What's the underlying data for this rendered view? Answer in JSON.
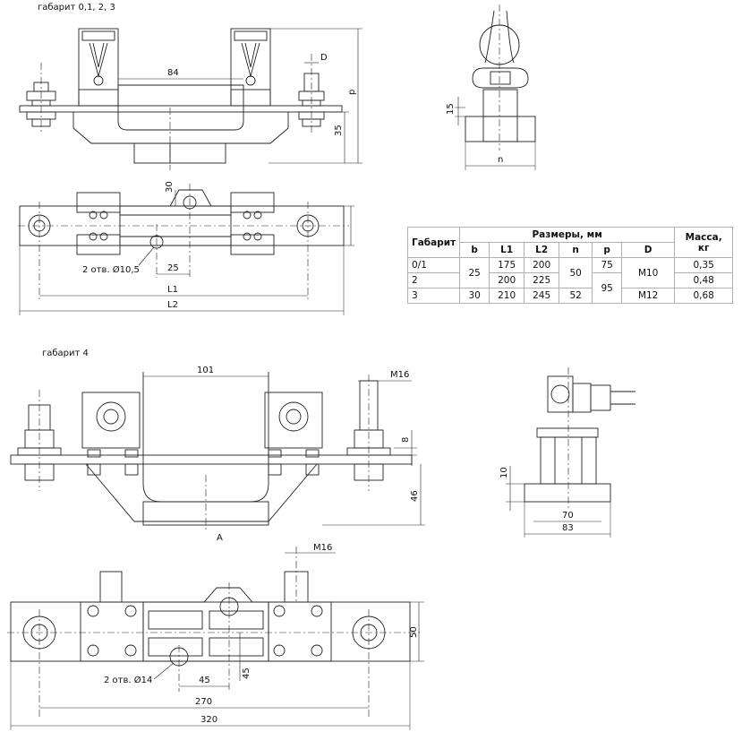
{
  "headings": {
    "top": "габарит 0,1, 2, 3",
    "bottom": "габарит 4"
  },
  "dims_top": {
    "d84": "84",
    "D": "D",
    "p": "p",
    "d35": "35",
    "d15": "15",
    "n": "n",
    "d30": "30",
    "holes": "2 отв. Ø10,5",
    "d25": "25",
    "L1": "L1",
    "L2": "L2"
  },
  "dims_bottom": {
    "d101": "101",
    "M16a": "M16",
    "d8": "8",
    "d46": "46",
    "A": "A",
    "d10": "10",
    "d70": "70",
    "d83": "83",
    "M16b": "M16",
    "d50": "50",
    "holes": "2 отв. Ø14",
    "d45h": "45",
    "d45v": "45",
    "d270": "270",
    "d320": "320"
  },
  "table": {
    "col_gabarit": "Габарит",
    "col_sizes": "Размеры, мм",
    "col_mass": "Масса, кг",
    "sub": [
      "b",
      "L1",
      "L2",
      "n",
      "p",
      "D"
    ],
    "rows": [
      {
        "g": "0/1",
        "b": "25",
        "L1": "175",
        "L2": "200",
        "n": "50",
        "p": "75",
        "D": "M10",
        "m": "0,35"
      },
      {
        "g": "2",
        "L1": "200",
        "L2": "225",
        "m": "0,48"
      },
      {
        "g": "3",
        "b": "30",
        "L1": "210",
        "L2": "245",
        "n": "52",
        "p": "95",
        "D": "M12",
        "m": "0,68"
      }
    ]
  }
}
